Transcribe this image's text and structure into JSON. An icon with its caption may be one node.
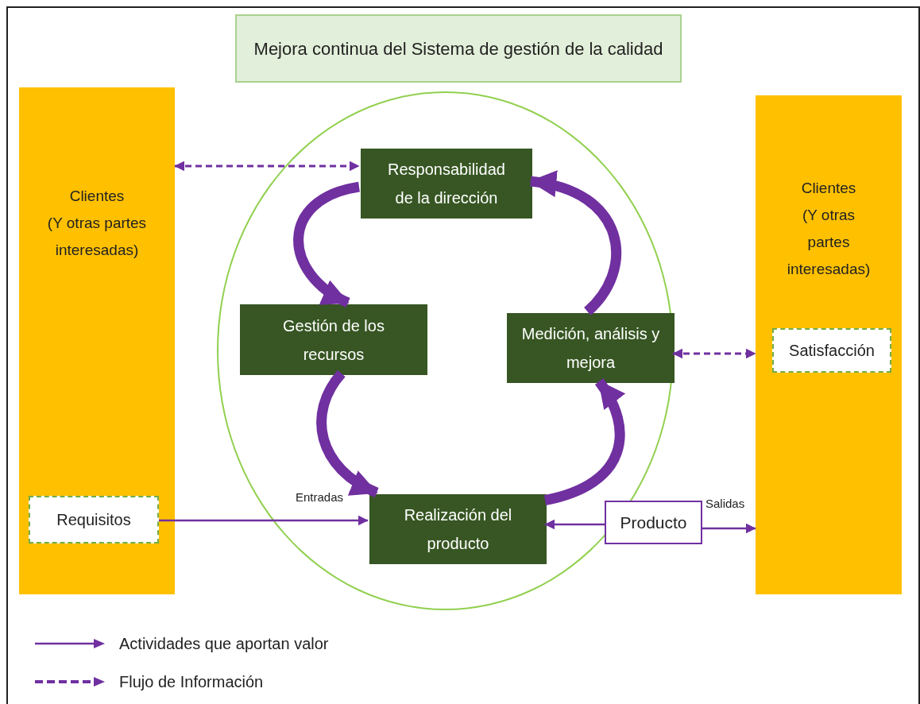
{
  "diagram": {
    "nodes": [
      {
        "text": [
          "Mejora continua del Sistema de gestión de la calidad"
        ]
      },
      {
        "text": [
          "Clientes",
          "(Y otras partes interesadas)"
        ]
      },
      {
        "text": [
          "Requisitos"
        ],
        "in": 1
      },
      {
        "text": [],
        "shape": "circle"
      },
      {
        "text": [
          "Responsabilidad de la dirección"
        ],
        "in": 3
      },
      {
        "text": [
          "Gestión de los recursos"
        ],
        "in": 3
      },
      {
        "text": [
          "Medición, análisis y mejora"
        ],
        "in": 3
      },
      {
        "text": [
          "Realización del producto"
        ],
        "in": 3
      },
      {
        "text": [
          "Producto"
        ]
      },
      {
        "text": [
          "Clientes",
          "(Y otras partes interesadas)"
        ]
      },
      {
        "text": [
          "Satisfacción"
        ],
        "in": 9
      }
    ],
    "edges": [
      {
        "from": 1,
        "to": 4,
        "arrow": "both",
        "style": "dashed"
      },
      {
        "from": 4,
        "to": 5,
        "arrow": "to",
        "style": "thick"
      },
      {
        "from": 5,
        "to": 7,
        "arrow": "to",
        "style": "thick"
      },
      {
        "from": 7,
        "to": 6,
        "arrow": "to",
        "style": "thick"
      },
      {
        "from": 6,
        "to": 4,
        "arrow": "to",
        "style": "thick"
      },
      {
        "from": 6,
        "to": 9,
        "arrow": "both",
        "style": "dashed"
      },
      {
        "from": 2,
        "to": 7,
        "arrow": "to",
        "label": "Entradas"
      },
      {
        "from": 8,
        "to": 7,
        "arrow": "to"
      },
      {
        "from": 8,
        "to": 9,
        "arrow": "to",
        "label": "Salidas"
      }
    ],
    "legend": [
      {
        "text": "Actividades que aportan valor"
      },
      {
        "text": "Flujo de Información"
      }
    ]
  }
}
